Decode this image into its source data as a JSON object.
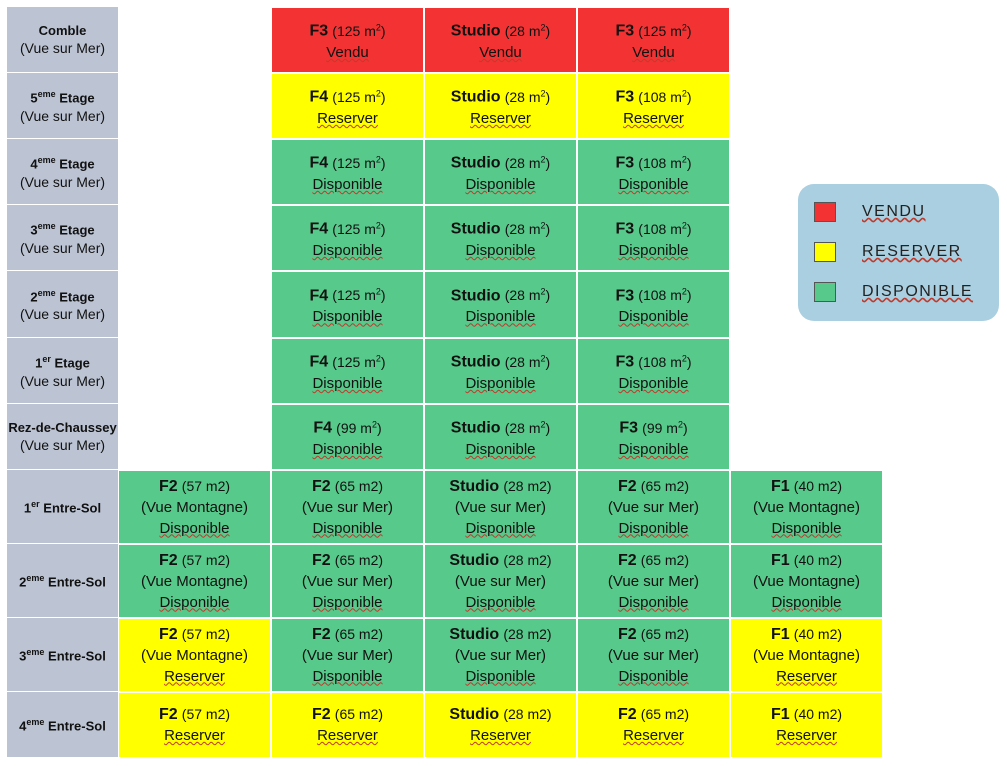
{
  "floors": [
    {
      "label": "Comble",
      "sup": "",
      "after": "",
      "view": "(Vue sur Mer)"
    },
    {
      "label": "5",
      "sup": "eme",
      "after": " Etage",
      "view": "(Vue sur Mer)"
    },
    {
      "label": "4",
      "sup": "eme",
      "after": " Etage",
      "view": "(Vue sur Mer)"
    },
    {
      "label": "3",
      "sup": "eme",
      "after": " Etage",
      "view": "(Vue sur Mer)"
    },
    {
      "label": "2",
      "sup": "eme",
      "after": " Etage",
      "view": "(Vue sur Mer)"
    },
    {
      "label": "1",
      "sup": "er",
      "after": " Etage",
      "view": "(Vue sur Mer)"
    },
    {
      "label": "Rez-de-Chaussey",
      "sup": "",
      "after": "",
      "view": "(Vue sur Mer)"
    },
    {
      "label": "1",
      "sup": "er",
      "after": " Entre-Sol",
      "view": ""
    },
    {
      "label": "2",
      "sup": "eme",
      "after": " Entre-Sol",
      "view": ""
    },
    {
      "label": "3",
      "sup": "eme",
      "after": " Entre-Sol",
      "view": ""
    },
    {
      "label": "4",
      "sup": "eme",
      "after": " Entre-Sol",
      "view": ""
    }
  ],
  "rows": [
    {
      "cells": [
        {
          "col": 1,
          "type": "F3",
          "area": "(125 m",
          "areaSup": "2",
          "areaEnd": ")",
          "view": "",
          "status": "Vendu",
          "state": "vendu"
        },
        {
          "col": 2,
          "type": "Studio",
          "area": "(28 m",
          "areaSup": "2",
          "areaEnd": ")",
          "view": "",
          "status": "Vendu",
          "state": "vendu"
        },
        {
          "col": 3,
          "type": "F3",
          "area": "(125 m",
          "areaSup": "2",
          "areaEnd": ")",
          "view": "",
          "status": "Vendu",
          "state": "vendu"
        }
      ]
    },
    {
      "cells": [
        {
          "col": 1,
          "type": "F4",
          "area": "(125 m",
          "areaSup": "2",
          "areaEnd": ")",
          "view": "",
          "status": "Reserver",
          "state": "reserver"
        },
        {
          "col": 2,
          "type": "Studio",
          "area": "(28 m",
          "areaSup": "2",
          "areaEnd": ")",
          "view": "",
          "status": "Reserver",
          "state": "reserver"
        },
        {
          "col": 3,
          "type": "F3",
          "area": "(108 m",
          "areaSup": "2",
          "areaEnd": ")",
          "view": "",
          "status": "Reserver",
          "state": "reserver"
        }
      ]
    },
    {
      "cells": [
        {
          "col": 1,
          "type": "F4",
          "area": "(125 m",
          "areaSup": "2",
          "areaEnd": ")",
          "view": "",
          "status": "Disponible",
          "state": "disponible"
        },
        {
          "col": 2,
          "type": "Studio",
          "area": "(28 m",
          "areaSup": "2",
          "areaEnd": ")",
          "view": "",
          "status": "Disponible",
          "state": "disponible"
        },
        {
          "col": 3,
          "type": "F3",
          "area": "(108 m",
          "areaSup": "2",
          "areaEnd": ")",
          "view": "",
          "status": "Disponible",
          "state": "disponible"
        }
      ]
    },
    {
      "cells": [
        {
          "col": 1,
          "type": "F4",
          "area": "(125 m",
          "areaSup": "2",
          "areaEnd": ")",
          "view": "",
          "status": "Disponible",
          "state": "disponible"
        },
        {
          "col": 2,
          "type": "Studio",
          "area": "(28 m",
          "areaSup": "2",
          "areaEnd": ")",
          "view": "",
          "status": "Disponible",
          "state": "disponible"
        },
        {
          "col": 3,
          "type": "F3",
          "area": "(108 m",
          "areaSup": "2",
          "areaEnd": ")",
          "view": "",
          "status": "Disponible",
          "state": "disponible"
        }
      ]
    },
    {
      "cells": [
        {
          "col": 1,
          "type": "F4",
          "area": "(125 m",
          "areaSup": "2",
          "areaEnd": ")",
          "view": "",
          "status": "Disponible",
          "state": "disponible"
        },
        {
          "col": 2,
          "type": "Studio",
          "area": "(28 m",
          "areaSup": "2",
          "areaEnd": ")",
          "view": "",
          "status": "Disponible",
          "state": "disponible"
        },
        {
          "col": 3,
          "type": "F3",
          "area": "(108 m",
          "areaSup": "2",
          "areaEnd": ")",
          "view": "",
          "status": "Disponible",
          "state": "disponible"
        }
      ]
    },
    {
      "cells": [
        {
          "col": 1,
          "type": "F4",
          "area": "(125 m",
          "areaSup": "2",
          "areaEnd": ")",
          "view": "",
          "status": "Disponible",
          "state": "disponible"
        },
        {
          "col": 2,
          "type": "Studio",
          "area": "(28 m",
          "areaSup": "2",
          "areaEnd": ")",
          "view": "",
          "status": "Disponible",
          "state": "disponible"
        },
        {
          "col": 3,
          "type": "F3",
          "area": "(108 m",
          "areaSup": "2",
          "areaEnd": ")",
          "view": "",
          "status": "Disponible",
          "state": "disponible"
        }
      ]
    },
    {
      "cells": [
        {
          "col": 1,
          "type": "F4",
          "area": "(99 m",
          "areaSup": "2",
          "areaEnd": ")",
          "view": "",
          "status": "Disponible",
          "state": "disponible"
        },
        {
          "col": 2,
          "type": "Studio",
          "area": "(28 m",
          "areaSup": "2",
          "areaEnd": ")",
          "view": "",
          "status": "Disponible",
          "state": "disponible"
        },
        {
          "col": 3,
          "type": "F3",
          "area": "(99 m",
          "areaSup": "2",
          "areaEnd": ")",
          "view": "",
          "status": "Disponible",
          "state": "disponible"
        }
      ]
    },
    {
      "cells": [
        {
          "col": 0,
          "type": "F2",
          "area": "(57 m2)",
          "areaSup": "",
          "areaEnd": "",
          "view": "(Vue Montagne)",
          "status": "Disponible",
          "state": "disponible"
        },
        {
          "col": 1,
          "type": "F2",
          "area": "(65 m2)",
          "areaSup": "",
          "areaEnd": "",
          "view": "(Vue sur Mer)",
          "status": "Disponible",
          "state": "disponible"
        },
        {
          "col": 2,
          "type": "Studio",
          "area": "(28 m2)",
          "areaSup": "",
          "areaEnd": "",
          "view": "(Vue sur Mer)",
          "status": "Disponible",
          "state": "disponible"
        },
        {
          "col": 3,
          "type": "F2",
          "area": "(65 m2)",
          "areaSup": "",
          "areaEnd": "",
          "view": "(Vue sur Mer)",
          "status": "Disponible",
          "state": "disponible"
        },
        {
          "col": 4,
          "type": "F1",
          "area": "(40 m2)",
          "areaSup": "",
          "areaEnd": "",
          "view": "(Vue Montagne)",
          "status": "Disponible",
          "state": "disponible"
        }
      ]
    },
    {
      "cells": [
        {
          "col": 0,
          "type": "F2",
          "area": "(57 m2)",
          "areaSup": "",
          "areaEnd": "",
          "view": "(Vue Montagne)",
          "status": "Disponible",
          "state": "disponible"
        },
        {
          "col": 1,
          "type": "F2",
          "area": "(65 m2)",
          "areaSup": "",
          "areaEnd": "",
          "view": "(Vue sur Mer)",
          "status": "Disponible",
          "state": "disponible"
        },
        {
          "col": 2,
          "type": "Studio",
          "area": "(28 m2)",
          "areaSup": "",
          "areaEnd": "",
          "view": "(Vue sur Mer)",
          "status": "Disponible",
          "state": "disponible"
        },
        {
          "col": 3,
          "type": "F2",
          "area": "(65 m2)",
          "areaSup": "",
          "areaEnd": "",
          "view": "(Vue sur Mer)",
          "status": "Disponible",
          "state": "disponible"
        },
        {
          "col": 4,
          "type": "F1",
          "area": "(40 m2)",
          "areaSup": "",
          "areaEnd": "",
          "view": "(Vue Montagne)",
          "status": "Disponible",
          "state": "disponible"
        }
      ]
    },
    {
      "cells": [
        {
          "col": 0,
          "type": "F2",
          "area": "(57 m2)",
          "areaSup": "",
          "areaEnd": "",
          "view": "(Vue Montagne)",
          "status": "Reserver",
          "state": "reserver"
        },
        {
          "col": 1,
          "type": "F2",
          "area": "(65 m2)",
          "areaSup": "",
          "areaEnd": "",
          "view": "(Vue sur Mer)",
          "status": "Disponible",
          "state": "disponible"
        },
        {
          "col": 2,
          "type": "Studio",
          "area": "(28 m2)",
          "areaSup": "",
          "areaEnd": "",
          "view": "(Vue sur Mer)",
          "status": "Disponible",
          "state": "disponible"
        },
        {
          "col": 3,
          "type": "F2",
          "area": "(65 m2)",
          "areaSup": "",
          "areaEnd": "",
          "view": "(Vue sur Mer)",
          "status": "Disponible",
          "state": "disponible"
        },
        {
          "col": 4,
          "type": "F1",
          "area": "(40 m2)",
          "areaSup": "",
          "areaEnd": "",
          "view": "(Vue Montagne)",
          "status": "Reserver",
          "state": "reserver"
        }
      ]
    },
    {
      "cells": [
        {
          "col": 0,
          "type": "F2",
          "area": "(57 m2)",
          "areaSup": "",
          "areaEnd": "",
          "view": "",
          "status": "Reserver",
          "state": "reserver"
        },
        {
          "col": 1,
          "type": "F2",
          "area": "(65 m2)",
          "areaSup": "",
          "areaEnd": "",
          "view": "",
          "status": "Reserver",
          "state": "reserver"
        },
        {
          "col": 2,
          "type": "Studio",
          "area": "(28 m2)",
          "areaSup": "",
          "areaEnd": "",
          "view": "",
          "status": "Reserver",
          "state": "reserver"
        },
        {
          "col": 3,
          "type": "F2",
          "area": "(65 m2)",
          "areaSup": "",
          "areaEnd": "",
          "view": "",
          "status": "Reserver",
          "state": "reserver"
        },
        {
          "col": 4,
          "type": "F1",
          "area": "(40 m2)",
          "areaSup": "",
          "areaEnd": "",
          "view": "",
          "status": "Reserver",
          "state": "reserver"
        }
      ]
    }
  ],
  "legend": [
    {
      "label": "VENDU",
      "state": "vendu"
    },
    {
      "label": "RESERVER",
      "state": "reserver"
    },
    {
      "label": "DISPONIBLE",
      "state": "disponible"
    }
  ],
  "colors": {
    "vendu": "#f33333",
    "reserver": "#ffff00",
    "disponible": "#57c98a",
    "floor_label_bg": "#bcc4d4",
    "legend_bg": "#a9cfe0"
  }
}
